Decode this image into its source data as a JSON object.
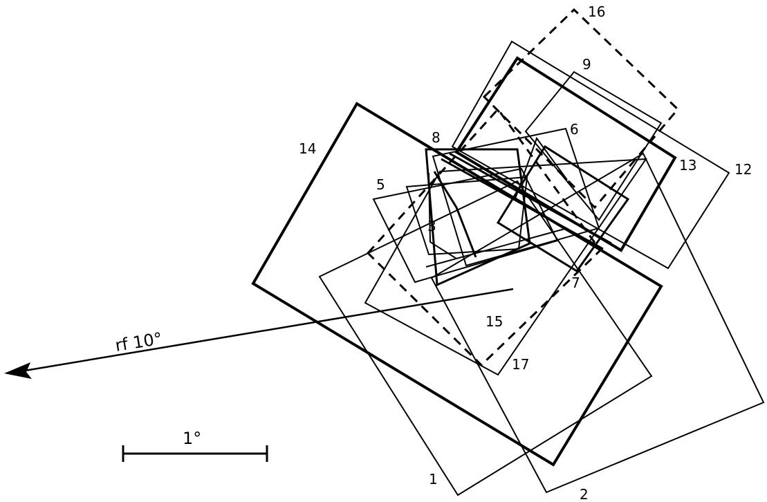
{
  "diagram": {
    "field_labels": [
      "1",
      "2",
      "3",
      "5",
      "6",
      "7",
      "8",
      "9",
      "12",
      "13",
      "14",
      "15",
      "16",
      "17"
    ],
    "arrow_label": "rf 10°",
    "scale_label": "1°",
    "colors": {
      "stroke": "#000000",
      "background": "#ffffff"
    }
  }
}
